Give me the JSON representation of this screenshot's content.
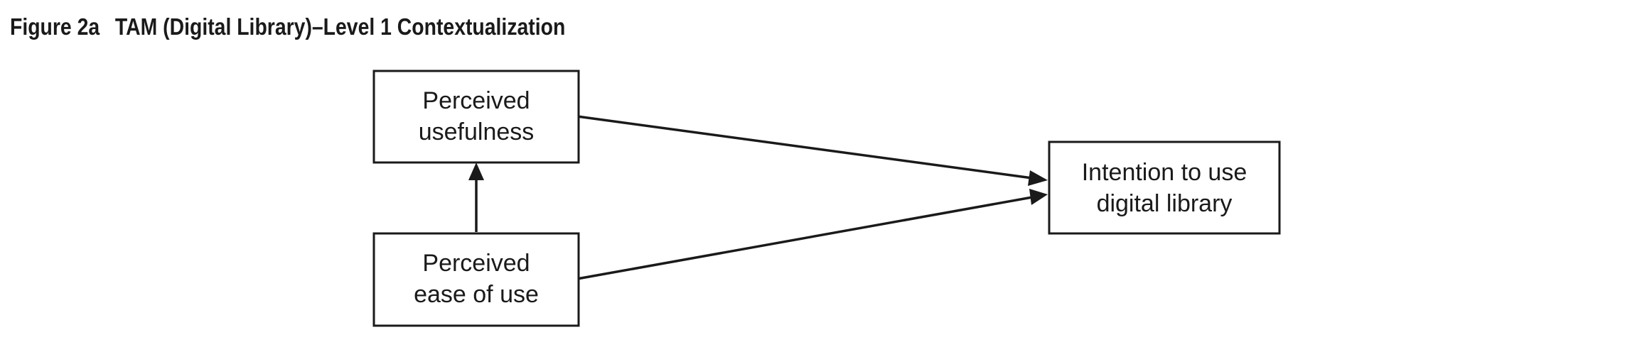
{
  "figure": {
    "label": "Figure 2a",
    "title": "TAM (Digital Library)–Level 1 Contextualization"
  },
  "nodes": {
    "usefulness": {
      "line1": "Perceived",
      "line2": "usefulness"
    },
    "ease": {
      "line1": "Perceived",
      "line2": "ease of use"
    },
    "intention": {
      "line1": "Intention to use",
      "line2": "digital library"
    }
  },
  "edges": [
    {
      "from": "ease",
      "to": "usefulness"
    },
    {
      "from": "usefulness",
      "to": "intention"
    },
    {
      "from": "ease",
      "to": "intention"
    }
  ]
}
